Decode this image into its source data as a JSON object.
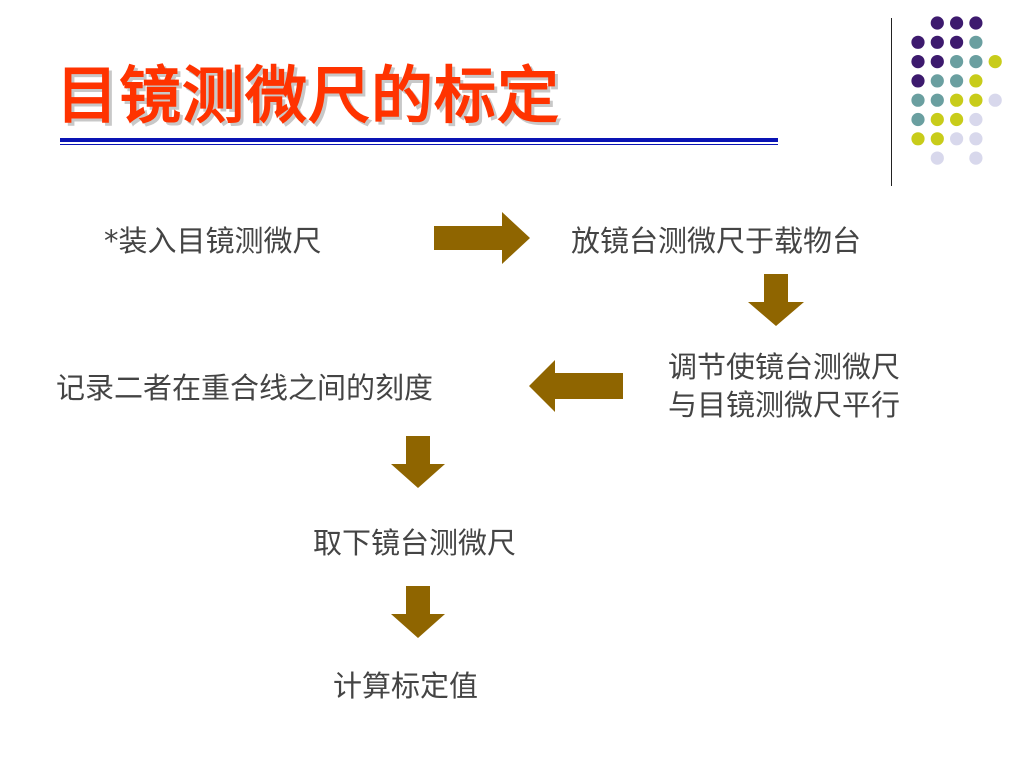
{
  "slide": {
    "title": "目镜测微尺的标定"
  },
  "colors": {
    "title": "#ff3300",
    "title_shadow": "#c8c8c8",
    "rule": "#0a14b4",
    "body_text": "#444444",
    "arrow": "#8f6500",
    "dot_purple": "#3d1a6e",
    "dot_teal": "#6a9fa0",
    "dot_yellow": "#c8cc1a",
    "dot_lavender": "#d8d8ec"
  },
  "decoration": {
    "dot_grid_icon": "dot-grid-icon"
  },
  "steps": [
    {
      "text": "*装入目镜测微尺"
    },
    {
      "text": "放镜台测微尺于载物台"
    },
    {
      "text_line1": "调节使镜台测微尺",
      "text_line2": "与目镜测微尺平行"
    },
    {
      "text": "记录二者在重合线之间的刻度"
    },
    {
      "text": "取下镜台测微尺"
    },
    {
      "text": "计算标定值"
    }
  ],
  "arrows": [
    {
      "name": "arrow-right-icon",
      "direction": "right"
    },
    {
      "name": "arrow-down-icon",
      "direction": "down"
    },
    {
      "name": "arrow-left-icon",
      "direction": "left"
    },
    {
      "name": "arrow-down-icon",
      "direction": "down"
    },
    {
      "name": "arrow-down-icon",
      "direction": "down"
    }
  ]
}
